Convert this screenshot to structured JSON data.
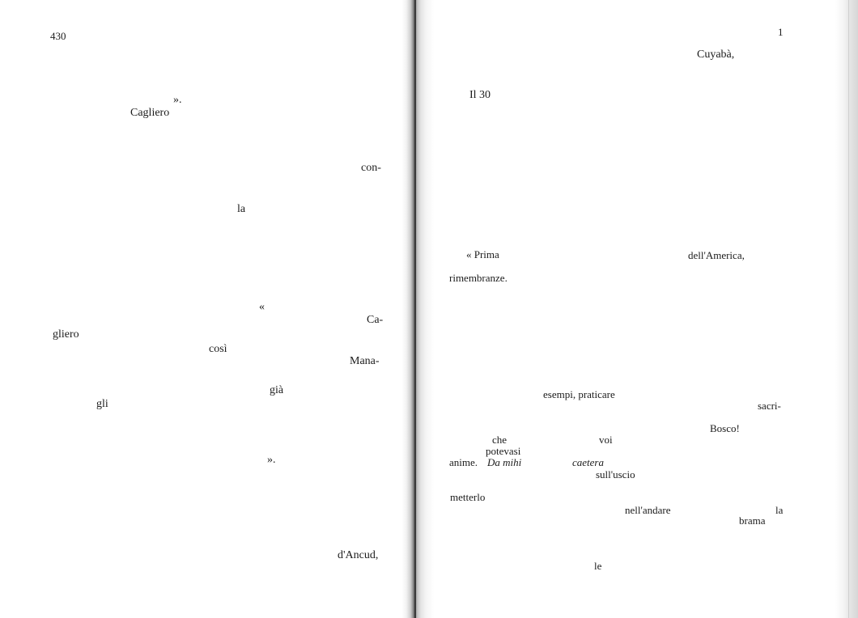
{
  "left_page": {
    "page_number": "430",
    "words": {
      "w1": "».",
      "w2": "Cagliero",
      "w3": "con-",
      "w4": "la",
      "w5": "«",
      "w6": "Ca-",
      "w7": "gliero",
      "w8": "così",
      "w9": "Mana-",
      "w10": "già",
      "w11": "gli",
      "w12": "».",
      "w13": "d'Ancud,"
    }
  },
  "right_page": {
    "page_number": "1",
    "words": {
      "w1": "Cuyabà,",
      "w2": "Il 30",
      "w3": "« Prima",
      "w4": "dell'America,",
      "w5": "rimembranze.",
      "w6": "esempi, praticare",
      "w7": "sacri-",
      "w8": "Bosco!",
      "w9": "che",
      "w10": "voi",
      "w11": "potevasi",
      "w12": "anime.",
      "w13": "Da mihi",
      "w14": "caetera",
      "w15": "sull'uscio",
      "w16": "metterlo",
      "w17": "nell'andare",
      "w18": "la",
      "w19": "brama",
      "w20": "le"
    }
  }
}
